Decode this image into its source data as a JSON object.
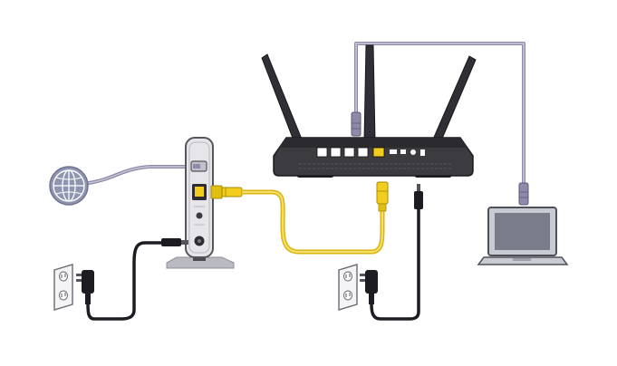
{
  "diagram": {
    "nodes": [
      {
        "id": "internet",
        "icon": "globe-icon"
      },
      {
        "id": "modem",
        "icon": "modem-icon"
      },
      {
        "id": "router",
        "icon": "router-icon"
      },
      {
        "id": "laptop",
        "icon": "laptop-icon"
      },
      {
        "id": "outlet-modem",
        "icon": "wall-outlet-icon"
      },
      {
        "id": "outlet-router",
        "icon": "wall-outlet-icon"
      }
    ],
    "connections": [
      {
        "from": "internet",
        "to": "modem",
        "cable": "coax",
        "color": "#8e8aa9"
      },
      {
        "from": "modem",
        "to": "router",
        "cable": "ethernet",
        "color": "#f2cd1c"
      },
      {
        "from": "router",
        "to": "laptop",
        "cable": "ethernet",
        "color": "#8e8aa9"
      },
      {
        "from": "outlet-modem",
        "to": "modem",
        "cable": "power",
        "color": "#1c1c22"
      },
      {
        "from": "outlet-router",
        "to": "router",
        "cable": "power",
        "color": "#1c1c22"
      }
    ],
    "colors": {
      "router_body": "#3b3b40",
      "modem_body": "#e6e6ea",
      "laptop_body": "#c9cbd3",
      "laptop_screen": "#7a7c8c",
      "globe": "#8f95b0",
      "accent_yellow": "#f2cd1c",
      "cable_gray": "#8e8aa9"
    }
  }
}
